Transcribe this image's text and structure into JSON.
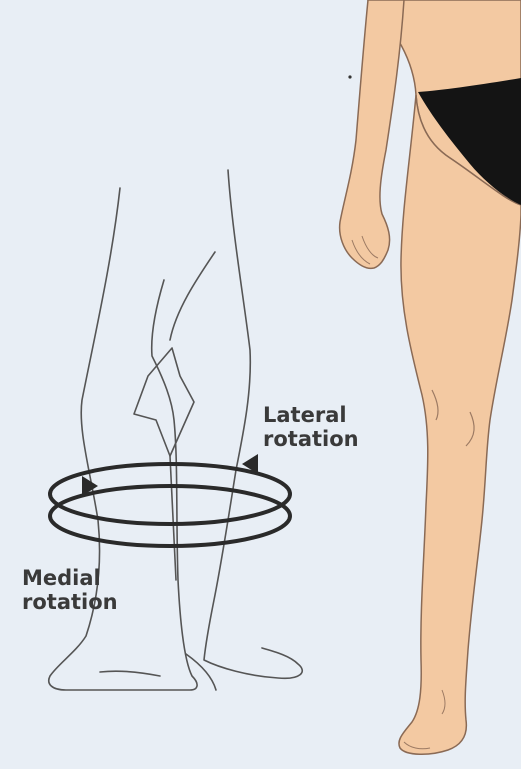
{
  "labels": {
    "lateral": {
      "line1": "Lateral",
      "line2": "rotation"
    },
    "medial": {
      "line1": "Medial",
      "line2": "rotation"
    }
  },
  "colors": {
    "background": "#e8eef5",
    "skin": "#f3c9a2",
    "skin_outline": "#8a6a55",
    "underwear": "#141414",
    "line_art": "#555555",
    "text": "#3a3a3a"
  }
}
